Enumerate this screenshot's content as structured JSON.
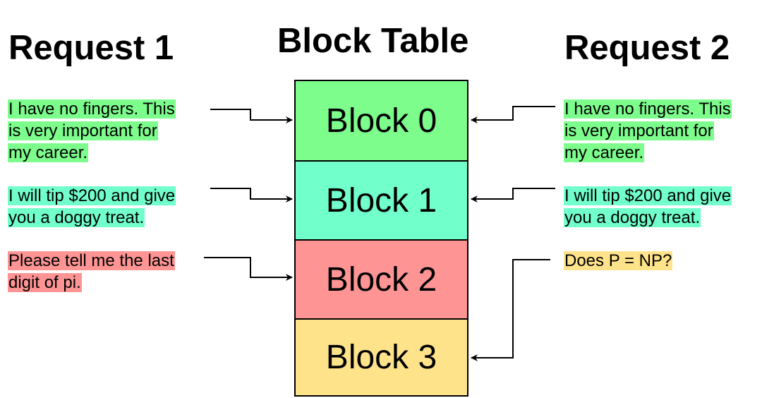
{
  "headings": {
    "request_1": "Request 1",
    "block_table": "Block Table",
    "request_2": "Request 2"
  },
  "colors": {
    "green": "#7cfd8c",
    "teal": "#71ffcc",
    "red": "#ff9494",
    "yellow": "#ffe38b"
  },
  "blocks": [
    {
      "label": "Block 0",
      "color": "#7cfd8c"
    },
    {
      "label": "Block 1",
      "color": "#71ffcc"
    },
    {
      "label": "Block 2",
      "color": "#ff9494"
    },
    {
      "label": "Block 3",
      "color": "#ffe38b"
    }
  ],
  "request_1": {
    "prompts": [
      {
        "lines": [
          "I have no fingers. This",
          "is very important for",
          "my career."
        ],
        "maps_to_block": 0
      },
      {
        "lines": [
          "I will tip $200 and give",
          "you a doggy treat."
        ],
        "maps_to_block": 1
      },
      {
        "lines": [
          "Please tell me the last",
          "digit of pi."
        ],
        "maps_to_block": 2
      }
    ]
  },
  "request_2": {
    "prompts": [
      {
        "lines": [
          "I have no fingers. This",
          "is very important for",
          "my career."
        ],
        "maps_to_block": 0
      },
      {
        "lines": [
          "I will tip $200 and give",
          "you a doggy treat."
        ],
        "maps_to_block": 1
      },
      {
        "lines": [
          "Does P = NP?"
        ],
        "maps_to_block": 3
      }
    ]
  }
}
